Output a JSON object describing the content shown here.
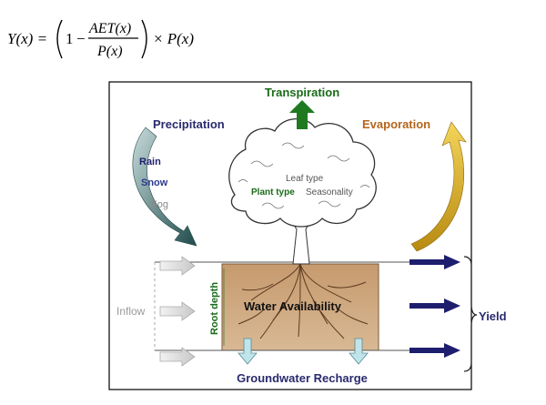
{
  "formula": {
    "lhs": "Y(x) =",
    "one": "1",
    "minus": "−",
    "numerator": "AET(x)",
    "denominator": "P(x)",
    "times": "× P(x)"
  },
  "diagram": {
    "transpiration": "Transpiration",
    "precipitation": "Precipitation",
    "evaporation": "Evaporation",
    "rain": "Rain",
    "snow": "Snow",
    "fog": "Fog",
    "leaf_type": "Leaf type",
    "plant_type": "Plant type",
    "seasonality": "Seasonality",
    "inflow": "Inflow",
    "root_depth": "Root depth",
    "water_availability": "Water Availability",
    "yield": "Yield",
    "groundwater_recharge": "Groundwater Recharge"
  },
  "colors": {
    "transpiration": "#1a6b1a",
    "precipitation": "#2a2a6e",
    "evaporation": "#b5651d",
    "soil": "#c9a27a",
    "yield_arrow": "#1e1e6e",
    "evap_arrow": "#e0b21a",
    "precip_arrow": "#3b6e6e",
    "root_depth": "#1a6b1a"
  }
}
